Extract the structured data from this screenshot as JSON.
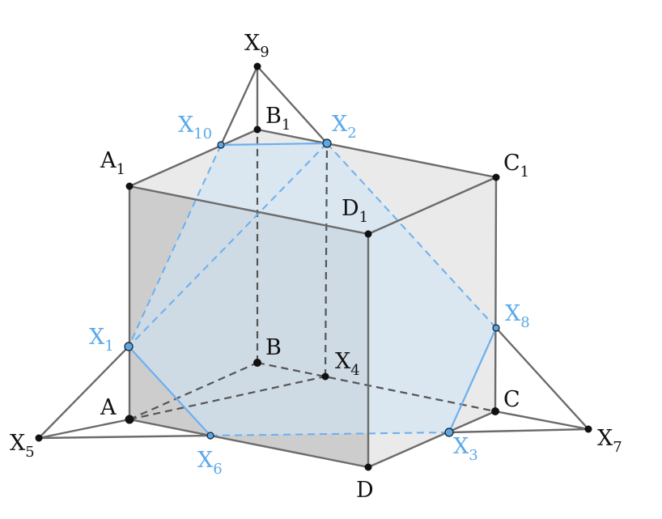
{
  "diagram": {
    "colors": {
      "edge": "#6b6b6b",
      "hidden_edge": "#555555",
      "section": "#6ab0f0",
      "section_fill": "#cfe2f3",
      "face_light": "#e6e6e6",
      "face_dark": "#bdbdbd",
      "vertex": "#111111",
      "section_point": "#5aa8ea"
    },
    "labels": {
      "A": {
        "base": "A",
        "sub": ""
      },
      "B": {
        "base": "B",
        "sub": ""
      },
      "C": {
        "base": "C",
        "sub": ""
      },
      "D": {
        "base": "D",
        "sub": ""
      },
      "A1": {
        "base": "A",
        "sub": "1"
      },
      "B1": {
        "base": "B",
        "sub": "1"
      },
      "C1": {
        "base": "C",
        "sub": "1"
      },
      "D1": {
        "base": "D",
        "sub": "1"
      },
      "X1": {
        "base": "X",
        "sub": "1"
      },
      "X2": {
        "base": "X",
        "sub": "2"
      },
      "X3": {
        "base": "X",
        "sub": "3"
      },
      "X4": {
        "base": "X",
        "sub": "4"
      },
      "X5": {
        "base": "X",
        "sub": "5"
      },
      "X6": {
        "base": "X",
        "sub": "6"
      },
      "X7": {
        "base": "X",
        "sub": "7"
      },
      "X8": {
        "base": "X",
        "sub": "8"
      },
      "X9": {
        "base": "X",
        "sub": "9"
      },
      "X10": {
        "base": "X",
        "sub": "10"
      }
    }
  }
}
